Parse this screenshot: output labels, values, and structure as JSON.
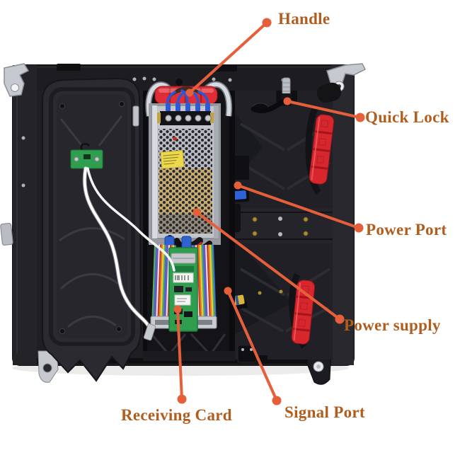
{
  "annotations": {
    "handle": {
      "label": "Handle"
    },
    "quick_lock": {
      "label": "Quick Lock"
    },
    "power_port": {
      "label": "Power Port"
    },
    "power_supply": {
      "label": "Power supply"
    },
    "receiving_card": {
      "label": "Receiving Card"
    },
    "signal_port": {
      "label": "Signal Port"
    }
  },
  "colors": {
    "background": "#ffffff",
    "label_text": "#b05d1d",
    "callout_line": "#e5603a",
    "cabinet_body": "#26262b",
    "red_handle_grip": "#e02d35",
    "red_power_connector": "#d8262d",
    "psu_metal": "#c2c5ca",
    "psu_sticker_yellow": "#ecd84d",
    "receiving_card_pcb": "#2f9e4e",
    "power_port_blue": "#2e62d8",
    "cable_white": "#fdfdfd"
  }
}
